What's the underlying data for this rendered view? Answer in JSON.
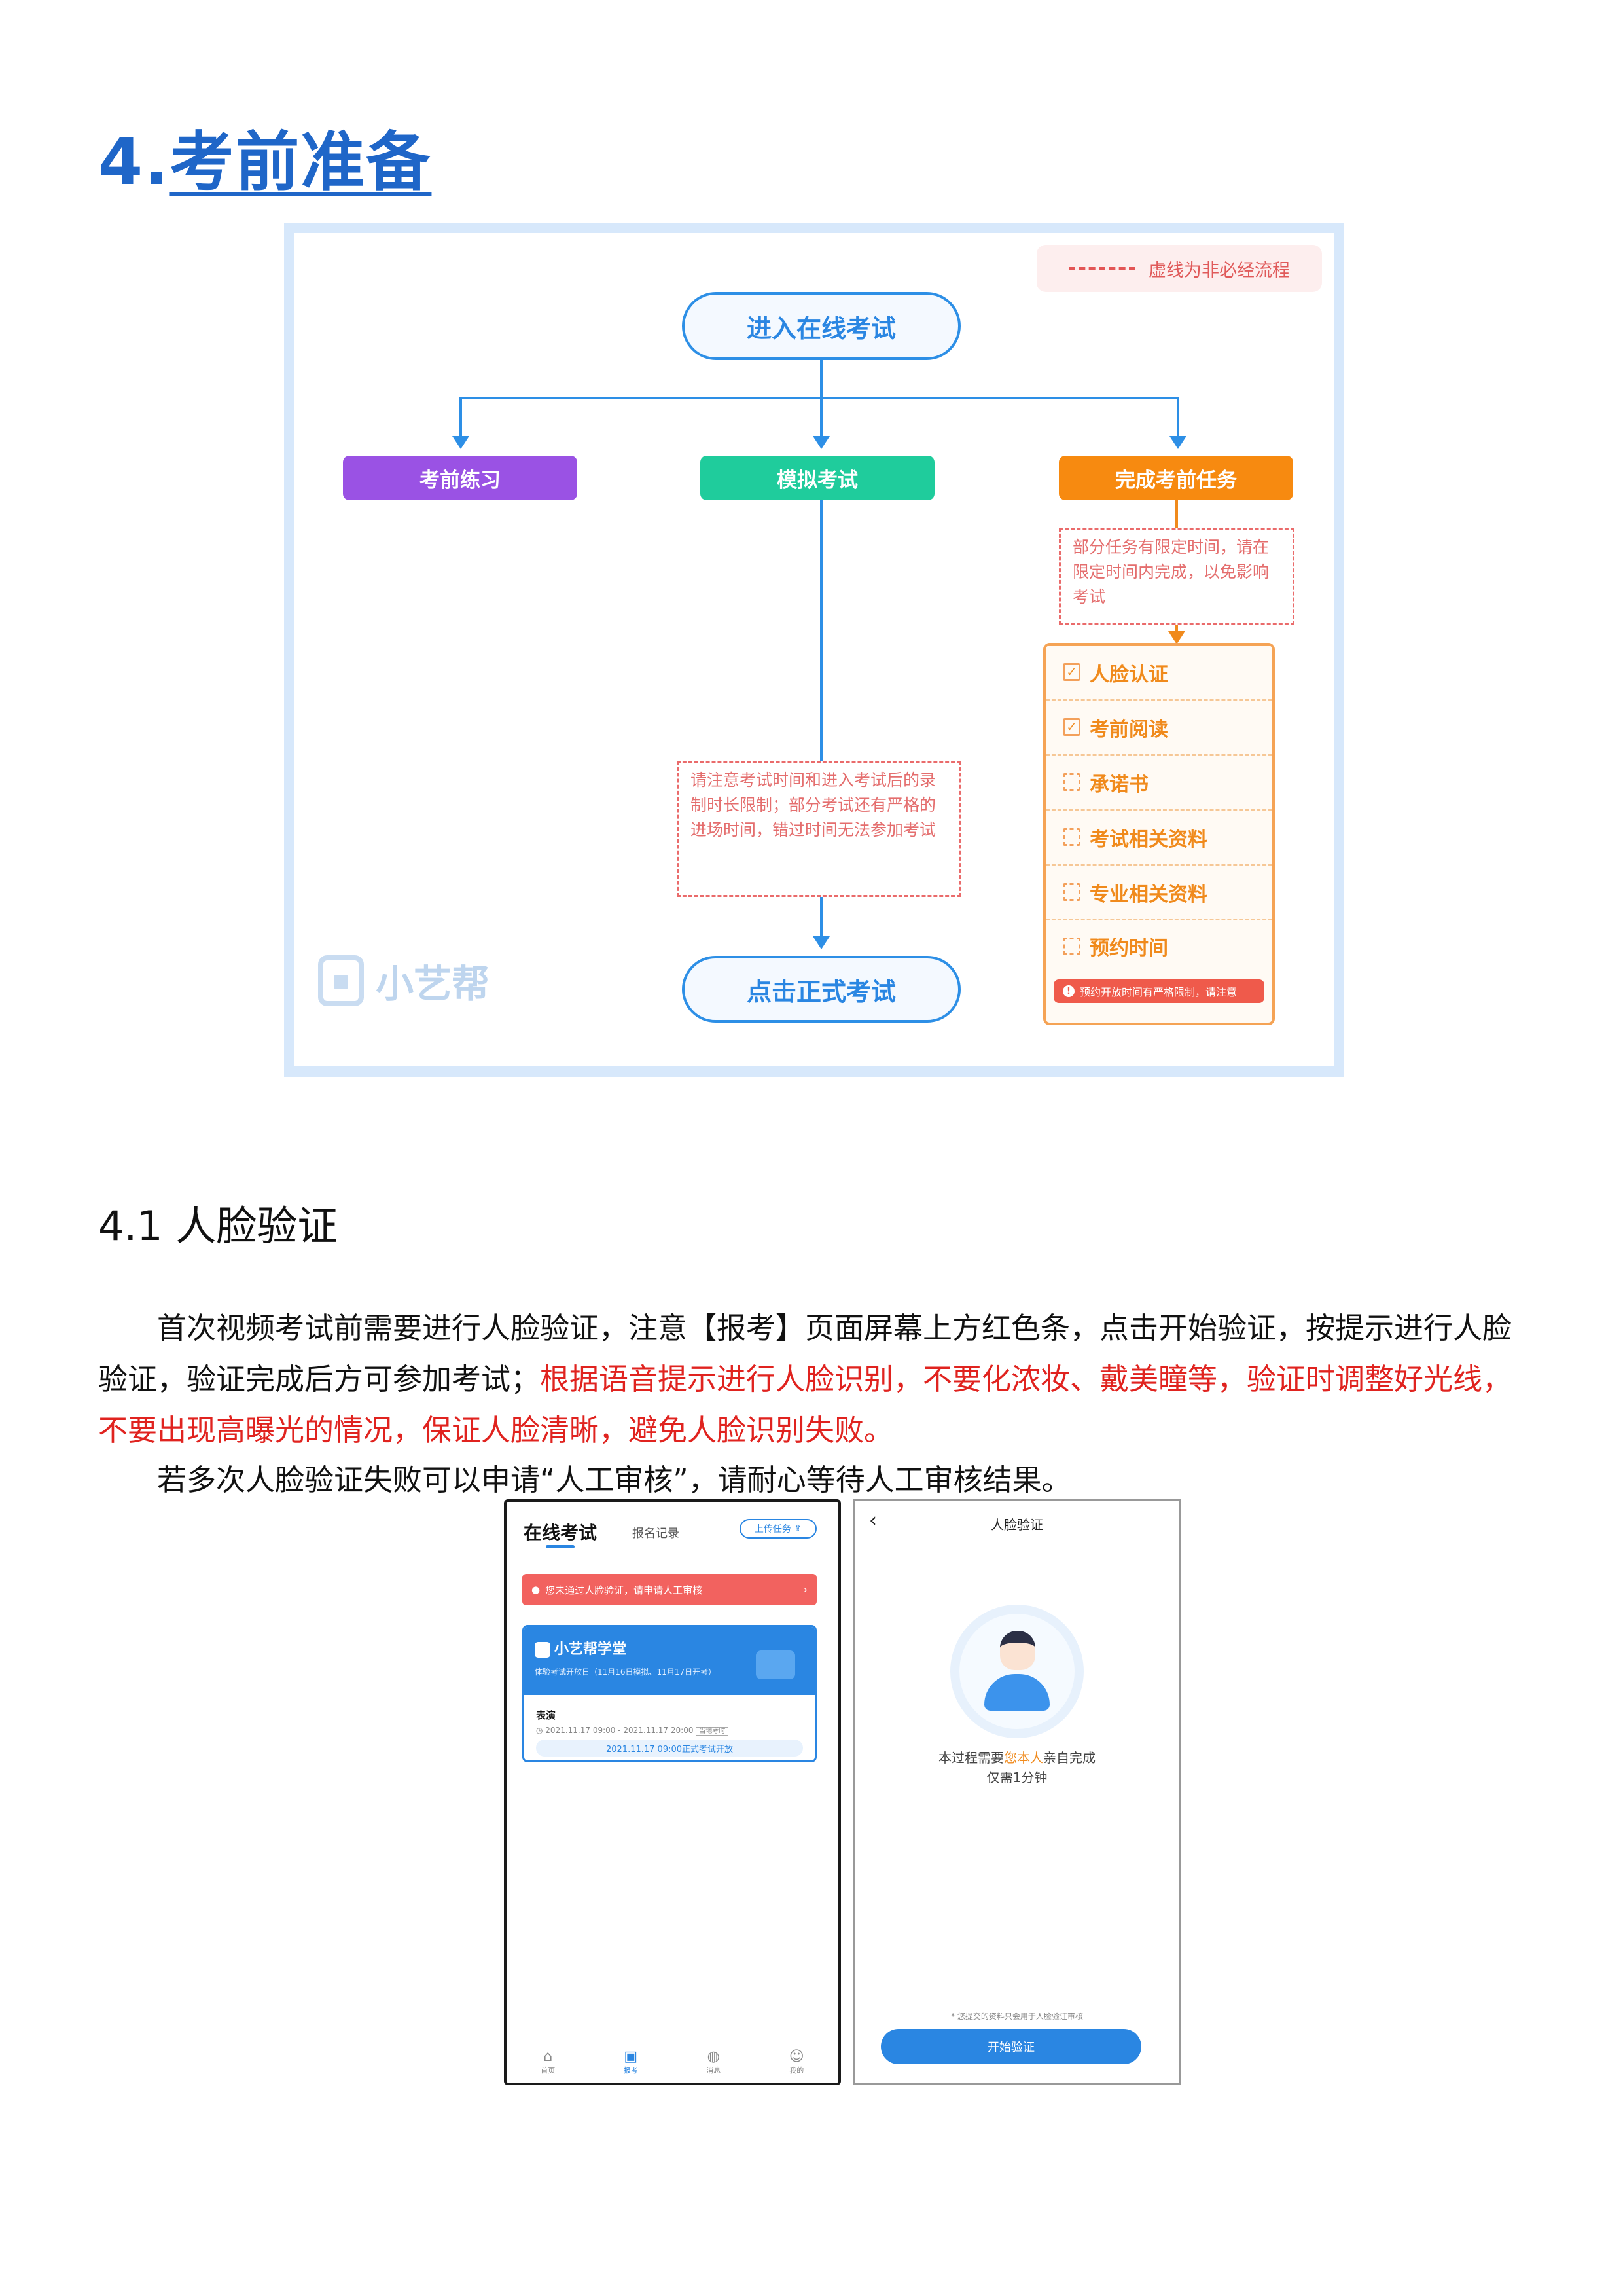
{
  "heading": {
    "number": "4.",
    "title": "考前准备"
  },
  "flowchart": {
    "legend_note": "虚线为非必经流程",
    "start": "进入在线考试",
    "branches": [
      "考前练习",
      "模拟考试",
      "完成考前任务"
    ],
    "task_note": "部分任务有限定时间，请在限定时间内完成，以免影响考试",
    "time_note": "请注意考试时间和进入考试后的录制时长限制；部分考试还有严格的进场时间，错过时间无法参加考试",
    "end": "点击正式考试",
    "tasks": [
      {
        "label": "人脸认证",
        "checked": true
      },
      {
        "label": "考前阅读",
        "checked": true
      },
      {
        "label": "承诺书",
        "checked": false
      },
      {
        "label": "考试相关资料",
        "checked": false
      },
      {
        "label": "专业相关资料",
        "checked": false
      },
      {
        "label": "预约时间",
        "checked": false
      }
    ],
    "task_warning": "预约开放时间有严格限制，请注意",
    "logo": "小艺帮",
    "colors": {
      "blue": "#2d8fe6",
      "purple": "#9a52e4",
      "green": "#1fcc9c",
      "orange": "#f78a10",
      "red": "#e35555"
    }
  },
  "section": {
    "title": "4.1 人脸验证",
    "para1_plain": "首次视频考试前需要进行人脸验证，注意【报考】页面屏幕上方红色条，点击开始验证，按提示进行人脸验证，验证完成后方可参加考试；",
    "para1_red": "根据语音提示进行人脸识别，不要化浓妆、戴美瞳等，验证时调整好光线，不要出现高曝光的情况，保证人脸清晰，避免人脸识别失败。",
    "para2": "若多次人脸验证失败可以申请“人工审核”，请耐心等待人工审核结果。"
  },
  "phone1": {
    "tab_active": "在线考试",
    "tab_inactive": "报名记录",
    "upload_btn": "上传任务",
    "alert": "您未通过人脸验证，请申请人工审核",
    "card_brand": "小艺帮学堂",
    "card_sub": "体验考试开放日（11月16日模拟、11月17日开考）",
    "subject": "表演",
    "time_range": "2021.11.17 09:00 - 2021.11.17 20:00",
    "time_tag": "当地考时",
    "open_notice": "2021.11.17 09:00正式考试开放",
    "nav": [
      "首页",
      "报考",
      "消息",
      "我的"
    ]
  },
  "phone2": {
    "title": "人脸验证",
    "desc_pre": "本过程需要",
    "desc_hl": "您本人",
    "desc_post": "亲自完成",
    "desc2": "仅需1分钟",
    "privacy": "* 您提交的资料只会用于人脸验证审核",
    "start_btn": "开始验证"
  }
}
